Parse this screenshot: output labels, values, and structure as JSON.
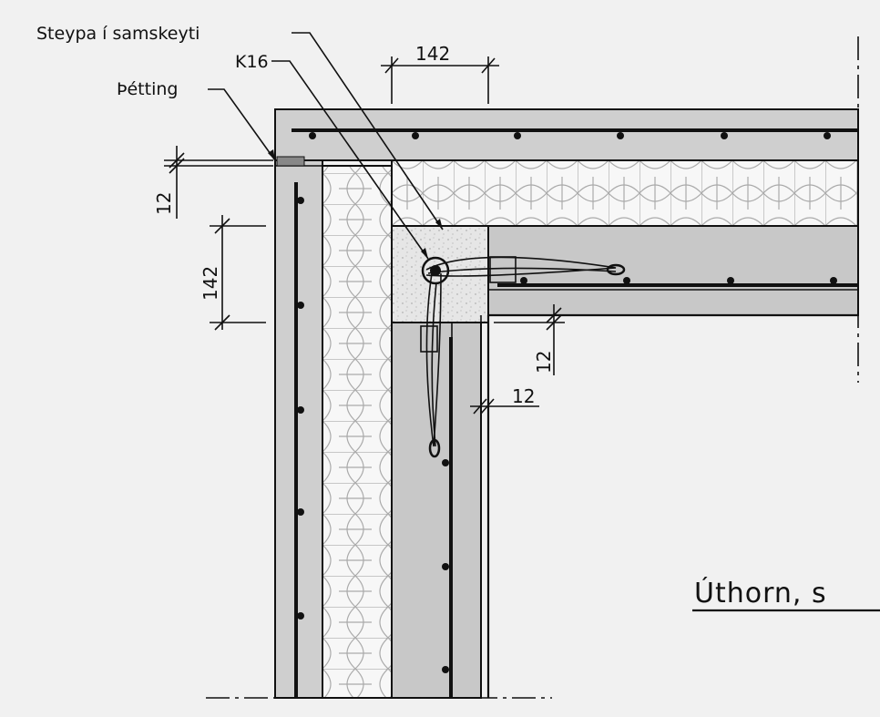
{
  "labels": {
    "steypa": "Steypa í samskeyti",
    "k16": "K16",
    "petting": "Þétting"
  },
  "dimensions": {
    "top_width": "142",
    "left_gap": "12",
    "left_height": "142",
    "inner_gap_vertical": "12",
    "inner_gap_horizontal": "12"
  },
  "title": "Úthorn, s"
}
